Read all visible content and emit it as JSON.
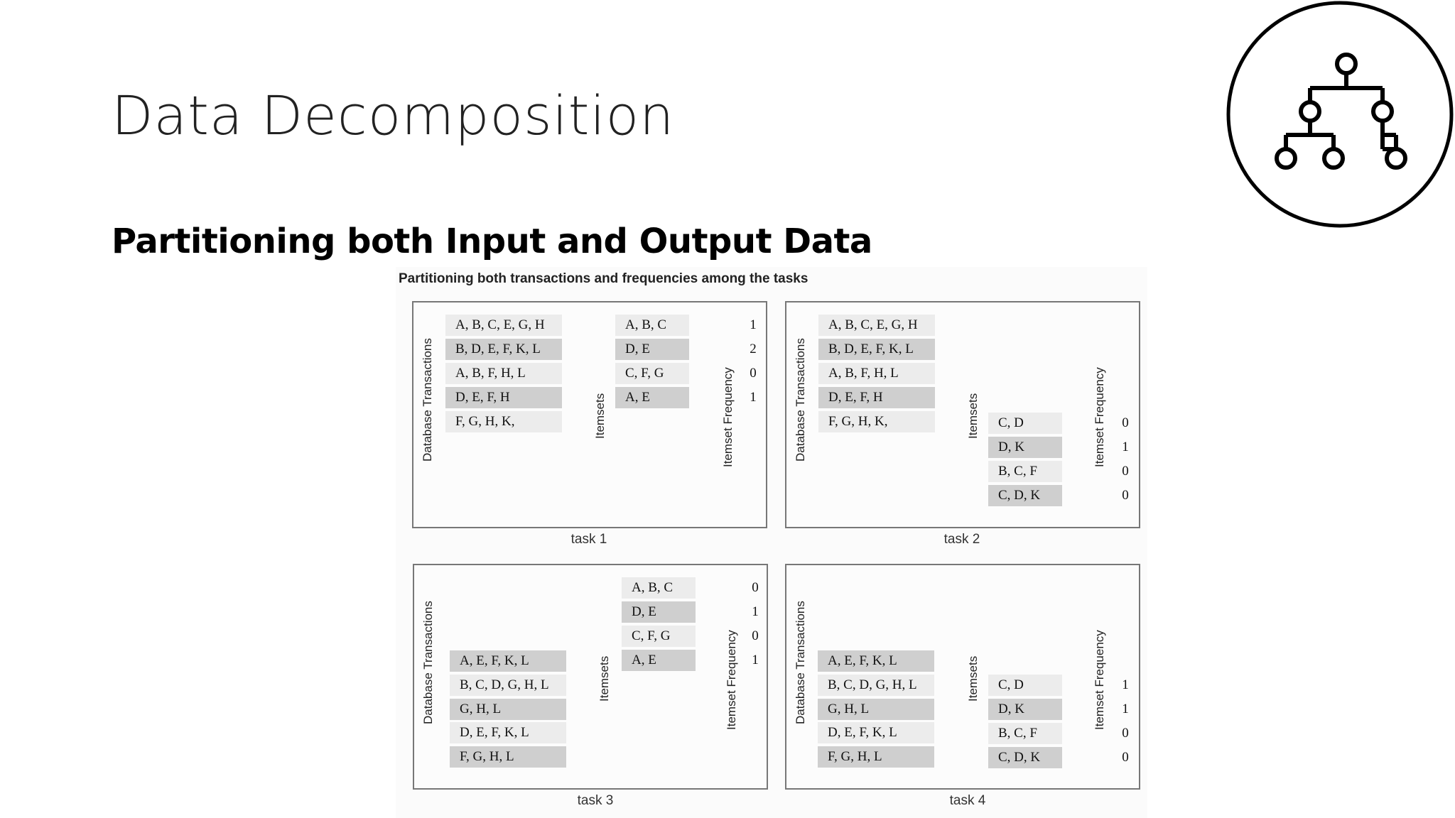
{
  "slide": {
    "title": "Data Decomposition",
    "subtitle": "Partitioning both Input and Output Data",
    "icon": "hierarchy-tree-icon"
  },
  "figure": {
    "caption": "Partitioning both transactions and frequencies among the tasks",
    "tasks": [
      {
        "label": "task 1",
        "axis_transactions": "Database Transactions",
        "axis_itemsets": "Itemsets",
        "axis_frequency": "Itemset Frequency",
        "transactions": [
          "A, B, C, E, G, H",
          "B, D, E, F, K, L",
          "A, B, F, H, L",
          "D, E, F, H",
          "F, G, H, K,"
        ],
        "itemsets": [
          "A, B, C",
          "D, E",
          "C, F, G",
          "A, E"
        ],
        "frequencies": [
          "1",
          "2",
          "0",
          "1"
        ]
      },
      {
        "label": "task 2",
        "axis_transactions": "Database Transactions",
        "axis_itemsets": "Itemsets",
        "axis_frequency": "Itemset Frequency",
        "transactions": [
          "A, B, C, E, G, H",
          "B, D, E, F, K, L",
          "A, B, F, H, L",
          "D, E, F, H",
          "F, G, H, K,"
        ],
        "itemsets": [
          "C, D",
          "D, K",
          "B, C, F",
          "C, D, K"
        ],
        "frequencies": [
          "0",
          "1",
          "0",
          "0"
        ]
      },
      {
        "label": "task 3",
        "axis_transactions": "Database Transactions",
        "axis_itemsets": "Itemsets",
        "axis_frequency": "Itemset Frequency",
        "transactions": [
          "A, E, F, K, L",
          "B, C, D, G, H, L",
          "G, H, L",
          "D, E, F, K, L",
          "F, G, H, L"
        ],
        "itemsets": [
          "A, B, C",
          "D, E",
          "C, F, G",
          "A, E"
        ],
        "frequencies": [
          "0",
          "1",
          "0",
          "1"
        ]
      },
      {
        "label": "task 4",
        "axis_transactions": "Database Transactions",
        "axis_itemsets": "Itemsets",
        "axis_frequency": "Itemset Frequency",
        "transactions": [
          "A, E, F, K, L",
          "B, C, D, G, H, L",
          "G, H, L",
          "D, E, F, K, L",
          "F, G, H, L"
        ],
        "itemsets": [
          "C, D",
          "D, K",
          "B, C, F",
          "C, D, K"
        ],
        "frequencies": [
          "1",
          "1",
          "0",
          "0"
        ]
      }
    ]
  }
}
